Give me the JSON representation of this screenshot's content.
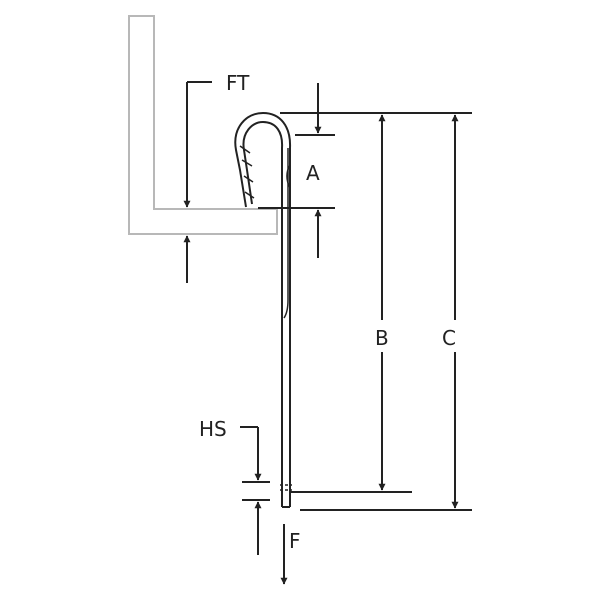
{
  "labels": {
    "ft": "FT",
    "a": "A",
    "b": "B",
    "c": "C",
    "hs": "HS",
    "f": "F"
  },
  "colors": {
    "line": "#222222",
    "bracket": "#b8b8b8",
    "background": "#ffffff"
  }
}
